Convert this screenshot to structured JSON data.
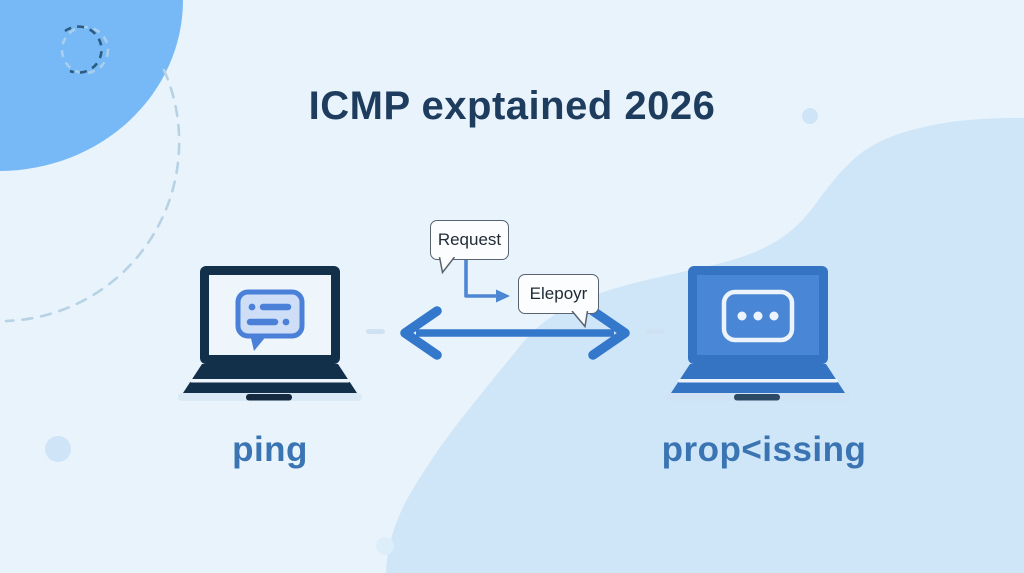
{
  "title": "ICMP exptained 2026",
  "diagram": {
    "request_bubble": "Request",
    "reply_bubble": "Elepoyr",
    "left_device_label": "ping",
    "right_device_label": "prop<issing",
    "icons": {
      "left_screen": "chat-message-icon",
      "right_screen": "ellipsis-dots-icon",
      "connector": "elbow-arrow-icon",
      "link": "double-headed-arrow-icon"
    }
  },
  "colors": {
    "background": "#e9f3fb",
    "blob_top_left": "#76b9f6",
    "blob_bottom_right": "#cfe6f8",
    "title_text": "#1e3c5e",
    "device_label_text": "#3a74b2",
    "bubble_border": "#59636f",
    "arrow": "#3478cc",
    "connector_arrow": "#4d87d4",
    "laptop_dark": "#13304a",
    "laptop_blue_frame": "#3474c2",
    "laptop_blue_screen": "#4a86d6",
    "icon_blue": "#4a80d8"
  }
}
